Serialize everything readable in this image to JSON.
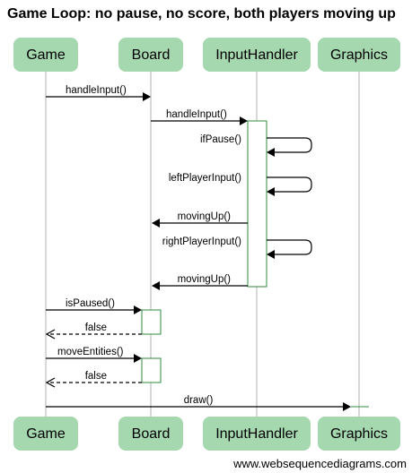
{
  "diagram": {
    "title": "Game Loop: no pause, no score, both players moving up",
    "footer": "www.websequencediagrams.com",
    "colors": {
      "participant_fill": "#a6d8b0",
      "activation_stroke": "#2e8b3e",
      "lifeline": "#b0b0b0",
      "message": "#000000"
    },
    "participants": [
      "Game",
      "Board",
      "InputHandler",
      "Graphics"
    ],
    "messages": [
      {
        "from": "Game",
        "to": "Board",
        "label": "handleInput()",
        "style": "solid"
      },
      {
        "from": "Board",
        "to": "InputHandler",
        "label": "handleInput()",
        "style": "solid"
      },
      {
        "from": "InputHandler",
        "to": "InputHandler",
        "label": "ifPause()",
        "style": "self"
      },
      {
        "from": "InputHandler",
        "to": "InputHandler",
        "label": "leftPlayerInput()",
        "style": "self"
      },
      {
        "from": "InputHandler",
        "to": "Board",
        "label": "movingUp()",
        "style": "solid"
      },
      {
        "from": "InputHandler",
        "to": "InputHandler",
        "label": "rightPlayerInput()",
        "style": "self"
      },
      {
        "from": "InputHandler",
        "to": "Board",
        "label": "movingUp()",
        "style": "solid"
      },
      {
        "from": "Game",
        "to": "Board",
        "label": "isPaused()",
        "style": "solid"
      },
      {
        "from": "Board",
        "to": "Game",
        "label": "false",
        "style": "dashed"
      },
      {
        "from": "Game",
        "to": "Board",
        "label": "moveEntities()",
        "style": "solid"
      },
      {
        "from": "Board",
        "to": "Game",
        "label": "false",
        "style": "dashed"
      },
      {
        "from": "Game",
        "to": "Graphics",
        "label": "draw()",
        "style": "solid"
      }
    ]
  }
}
